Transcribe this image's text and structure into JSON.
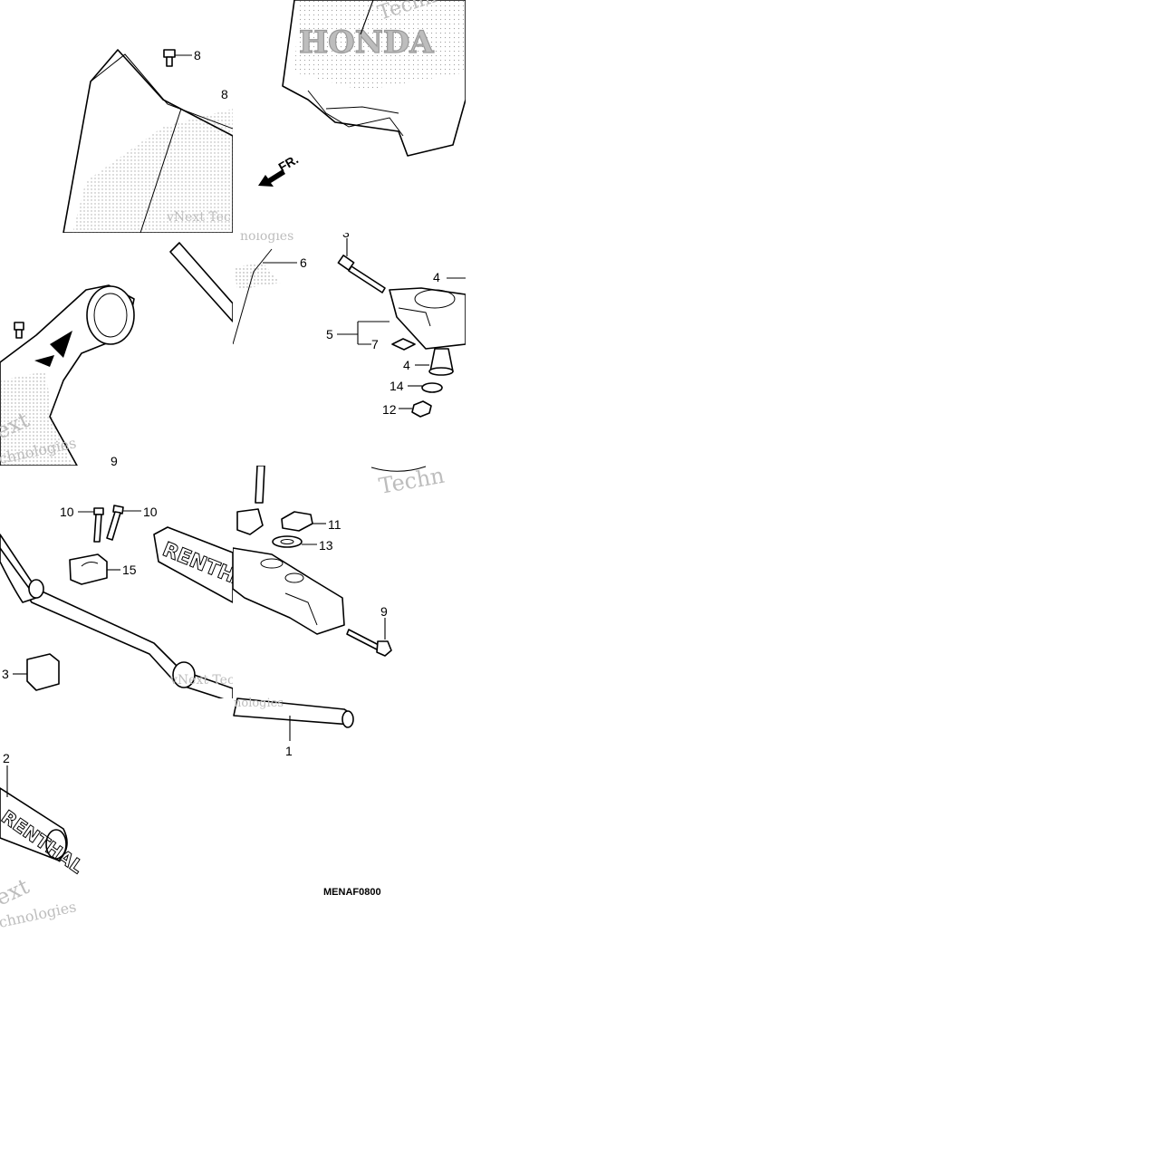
{
  "diagram": {
    "drawing_code": "MENAF0800",
    "direction_label": "FR.",
    "logo_text": "HONDA",
    "grip_brand_text": "RENTHAL",
    "watermarks": [
      "vNext Tec",
      "nologies",
      "Techno",
      "Technologies",
      "ext",
      "chnologies",
      "vNext Tec",
      "Techn"
    ],
    "callouts": [
      "8",
      "8",
      "6",
      "3",
      "4",
      "5",
      "7",
      "4",
      "14",
      "12",
      "9",
      "10",
      "10",
      "15",
      "11",
      "13",
      "9",
      "3",
      "1",
      "2"
    ]
  }
}
